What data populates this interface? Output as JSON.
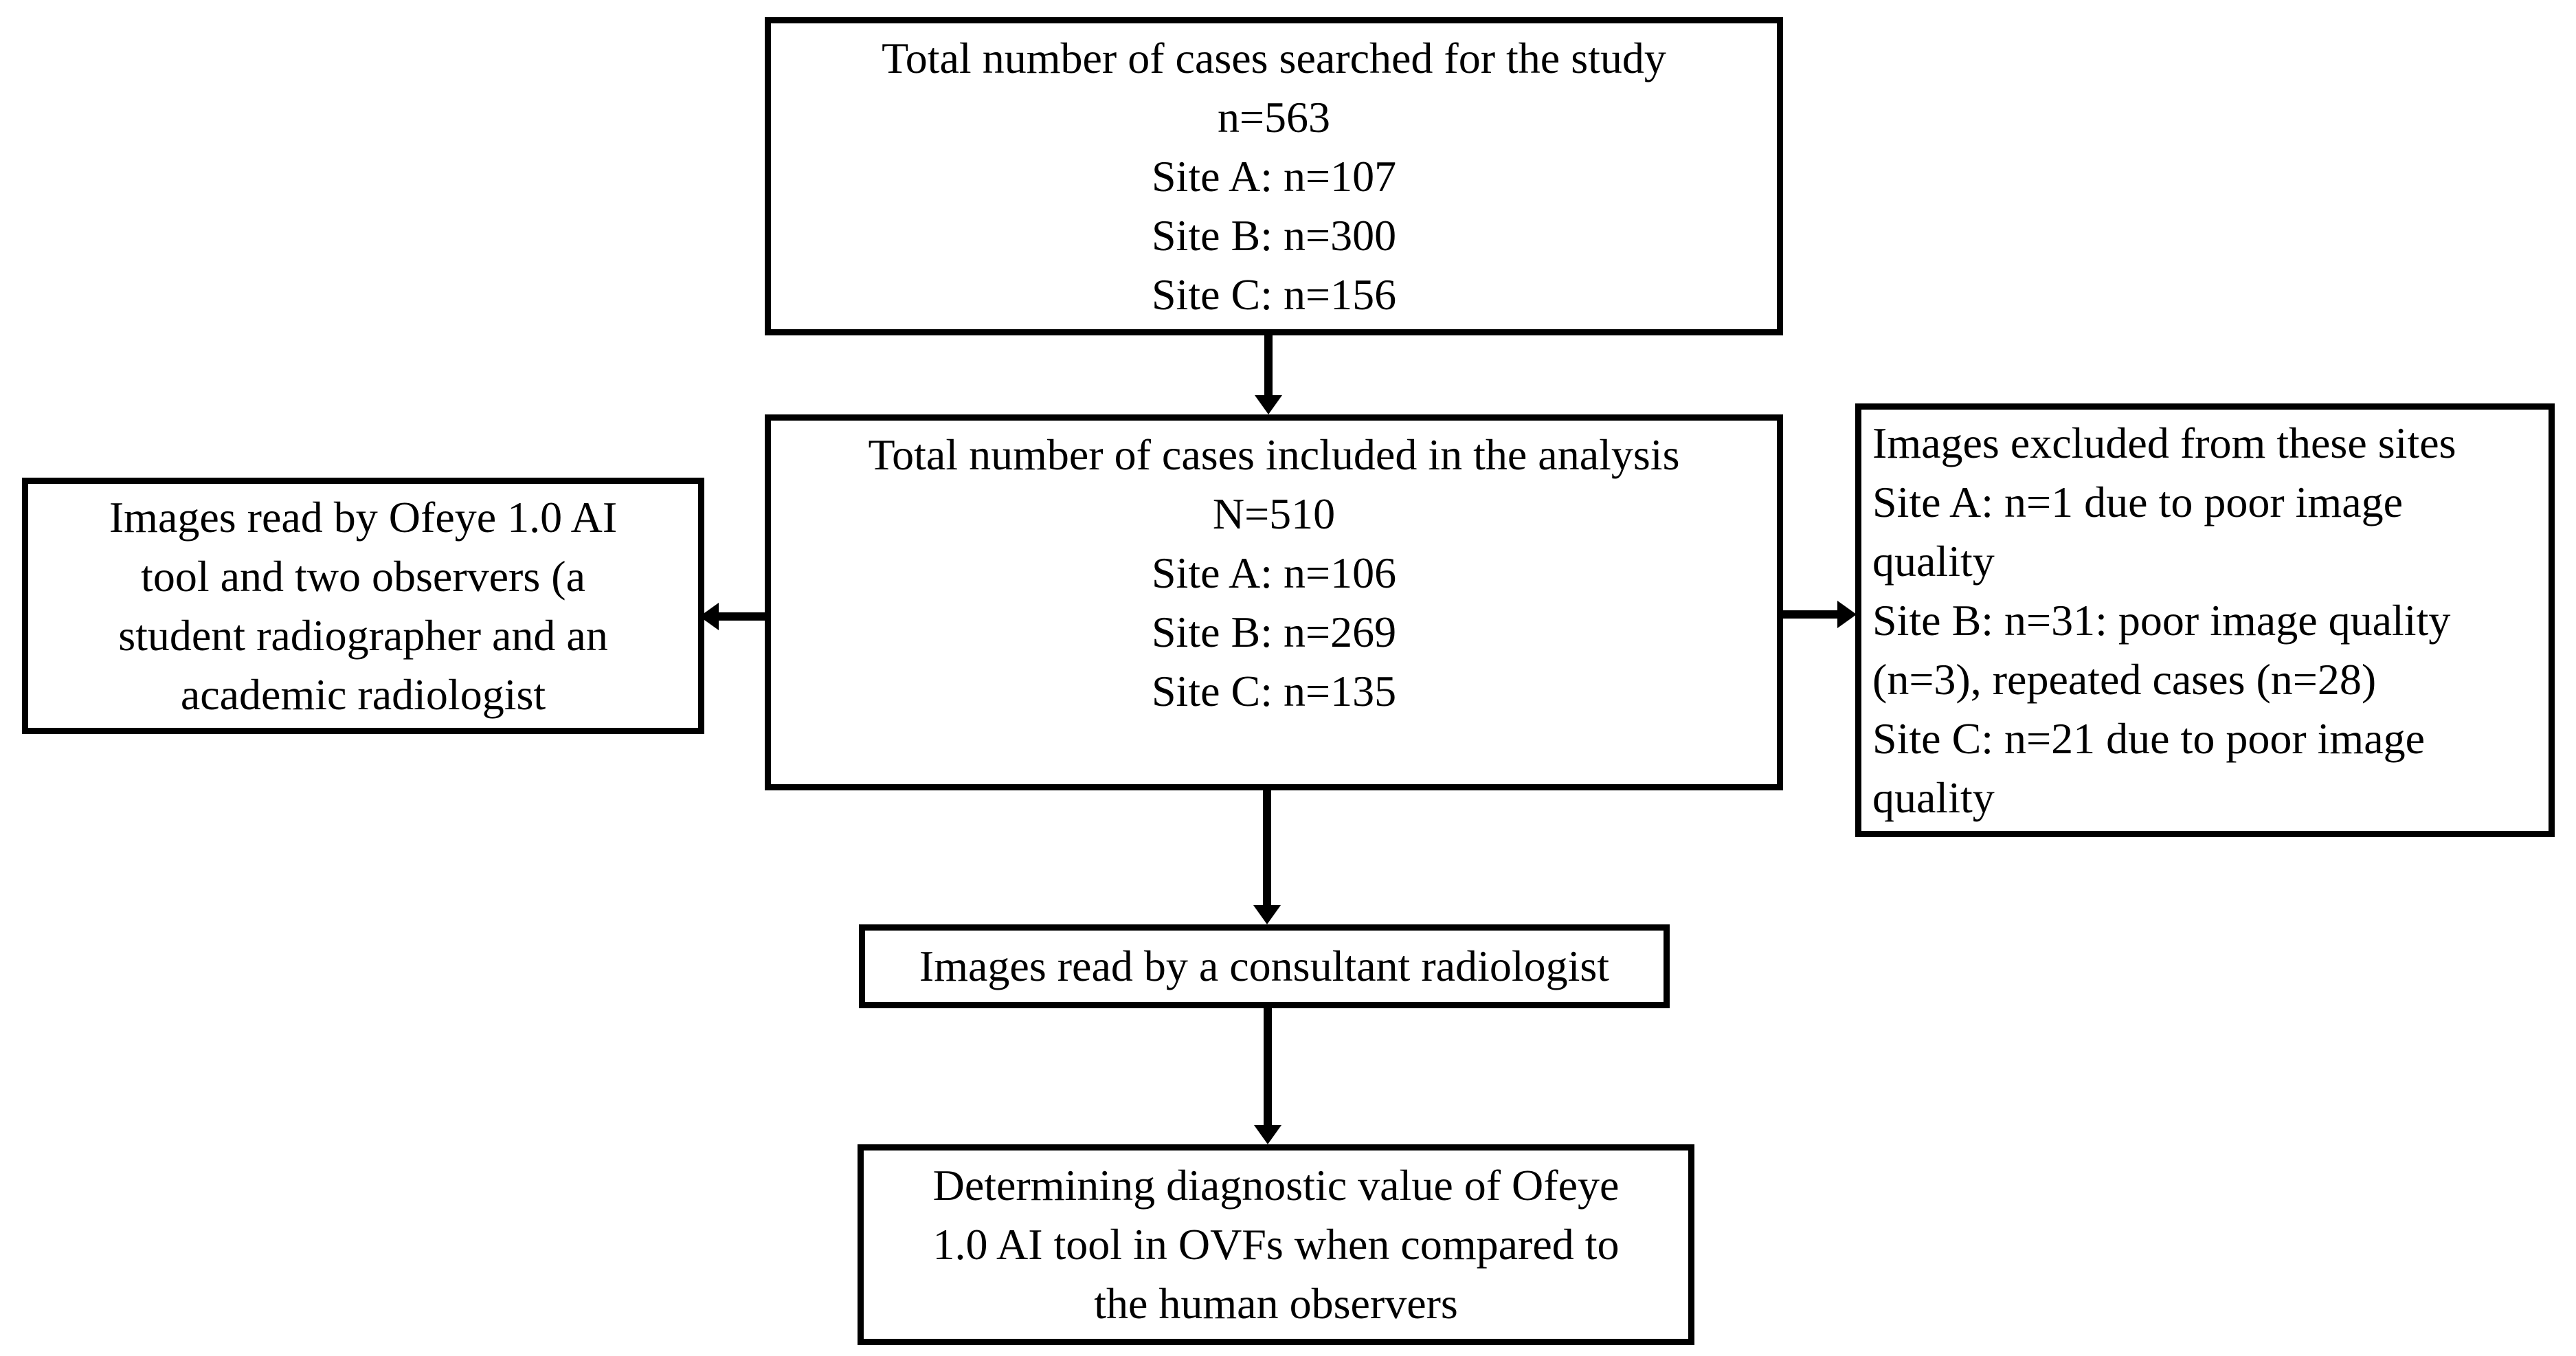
{
  "page": {
    "background_color": "#ffffff",
    "line_color": "#000000"
  },
  "boxes": {
    "total_searched": {
      "lines": [
        "Total number of cases searched for the study",
        "n=563",
        "Site A: n=107",
        "Site B: n=300",
        "Site C: n=156"
      ]
    },
    "total_included": {
      "lines": [
        "Total number of cases included in the analysis",
        "N=510",
        "Site A: n=106",
        "Site B: n=269",
        "Site C: n=135"
      ]
    },
    "read_by_ai": {
      "lines": [
        "Images read by Ofeye 1.0 AI",
        "tool and two observers (a",
        "student radiographer and an",
        "academic radiologist"
      ]
    },
    "excluded": {
      "lines": [
        "Images excluded from these sites",
        "Site A: n=1 due to poor image",
        "quality",
        "Site B: n=31: poor image quality",
        "(n=3), repeated cases (n=28)",
        "Site C: n=21 due to poor image",
        "quality"
      ]
    },
    "consultant": {
      "lines": [
        "Images read by a consultant radiologist"
      ]
    },
    "outcome": {
      "lines": [
        "Determining diagnostic value of Ofeye",
        "1.0 AI tool in OVFs when compared to",
        "the human observers"
      ]
    }
  },
  "arrows": [
    {
      "from": "total_searched",
      "to": "total_included",
      "direction": "down"
    },
    {
      "from": "total_included",
      "to": "read_by_ai",
      "direction": "left"
    },
    {
      "from": "total_included",
      "to": "excluded",
      "direction": "right"
    },
    {
      "from": "total_included",
      "to": "consultant",
      "direction": "down"
    },
    {
      "from": "consultant",
      "to": "outcome",
      "direction": "down"
    }
  ]
}
